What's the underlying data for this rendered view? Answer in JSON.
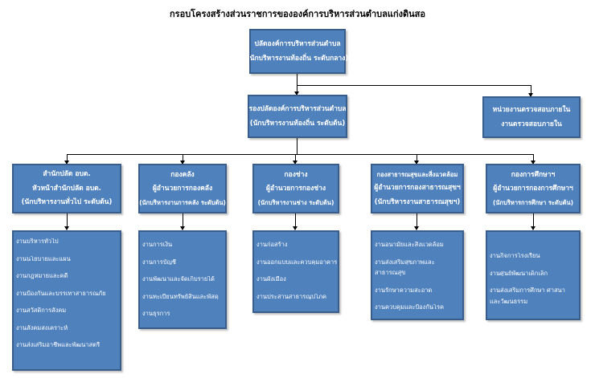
{
  "title": "กรอบโครงสร้างส่วนราชการขององค์การบริหารส่วนตำบลแก่งดินสอ",
  "top": {
    "line1": "ปลัดองค์การบริหารส่วนตำบล",
    "line2": "(นักบริหารงานท้องถิ่น ระดับกลาง)"
  },
  "deputy": {
    "line1": "รองปลัดองค์การบริหารส่วนตำบล",
    "line2": "(นักบริหารงานท้องถิ่น ระดับต้น)"
  },
  "audit": {
    "line1": "หน่วยงานตรวจสอบภายใน",
    "line2": "งานตรวจสอบภายใน"
  },
  "departments": [
    {
      "line1": "สำนักปลัด อบต.",
      "line2": "หัวหน้าสำนักปลัด อบต.",
      "line3": "(นักบริหารงานทั่วไป ระดับต้น)",
      "items": [
        "งานบริหารทั่วไป",
        "งานนโยบายและแผน",
        "งานกฎหมายและคดี",
        "งานป้องกันและบรรเทาสาธารณภัย",
        "งานสวัสดิการสังคม",
        "งานสังคมสงเคราะห์",
        "งานส่งเสริมอาชีพและพัฒนาสตรี"
      ]
    },
    {
      "line1": "กองคลัง",
      "line2": "ผู้อำนวยการกองคลัง",
      "line3": "(นักบริหารงานการคลัง ระดับต้น)",
      "items": [
        "งานการเงิน",
        "งานการบัญชี",
        "งานพัฒนาและจัดเก็บรายได้",
        "งานทะเบียนทรัพย์สินและพัสดุ",
        "งานธุรการ"
      ]
    },
    {
      "line1": "กองช่าง",
      "line2": "ผู้อำนวยการกองช่าง",
      "line3": "(นักบริหารงานช่าง ระดับต้น)",
      "items": [
        "งานก่อสร้าง",
        "งานออกแบบและควบคุมอาคาร",
        "งานผังเมือง",
        "งานประสานสาธารณูปโภค"
      ]
    },
    {
      "line1": "กองสาธารณสุขและสิ่งแวดล้อม",
      "line2": "ผู้อำนวยการกองสาธารณสุขฯ",
      "line3": "(นักบริหารงานสาธารณสุขฯ)",
      "items": [
        "งานอนามัยและสิ่งแวดล้อม",
        "งานส่งเสริมสุขภาพและ",
        "สาธารณสุข",
        "งานรักษาความสะอาด",
        "งานควบคุมและป้องกันโรค"
      ]
    },
    {
      "line1": "กองการศึกษาฯ",
      "line2": "ผู้อำนวยการกองการศึกษาฯ",
      "line3": "(นักบริหารการศึกษา ระดับต้น)",
      "items": [
        "งานกิจการโรงเรียน",
        "งานศูนย์พัฒนาเด็กเล็ก",
        "งานส่งเสริมการศึกษา ศาสนา",
        "และวัฒนธรรม"
      ]
    }
  ]
}
